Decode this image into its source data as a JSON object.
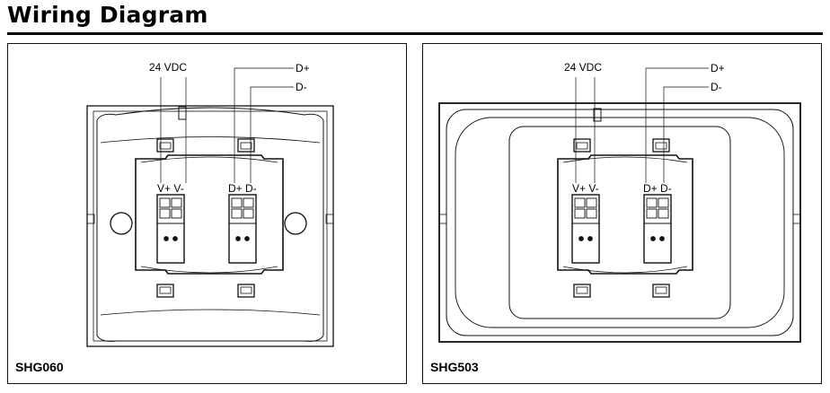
{
  "header": {
    "title": "Wiring Diagram"
  },
  "labels": {
    "supply": "24 VDC",
    "d_plus": "D+",
    "d_minus": "D-",
    "v_plus_v_minus": "V+ V-",
    "d_plus_d_minus": "D+ D-"
  },
  "panels": [
    {
      "model": "SHG060"
    },
    {
      "model": "SHG503"
    }
  ]
}
